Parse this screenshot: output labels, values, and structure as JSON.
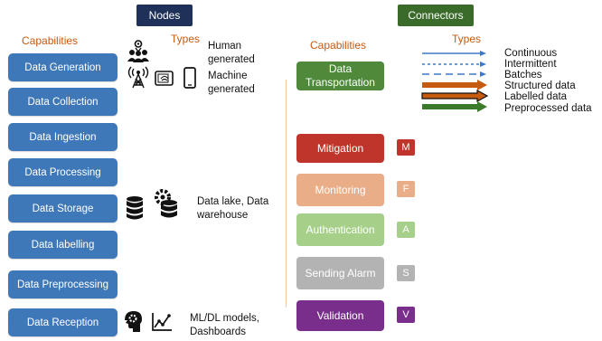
{
  "headers": {
    "nodes": "Nodes",
    "connectors": "Connectors"
  },
  "left_capabilities_label": "Capabilities",
  "nodes_types_label": "Types",
  "middle_capabilities_label": "Capabilities",
  "connector_types_label": "Types",
  "left_capabilities": [
    "Data Generation",
    "Data Collection",
    "Data Ingestion",
    "Data Processing",
    "Data Storage",
    "Data labelling",
    "Data Preprocessing",
    "Data Reception"
  ],
  "node_types": {
    "human": "Human generated",
    "machine": "Machine generated",
    "storage": "Data lake, Data warehouse",
    "models": "ML/DL models, Dashboards"
  },
  "connector_capabilities": [
    {
      "label": "Data Transportation",
      "badge": "",
      "color": "#4e8a3a",
      "badge_color": ""
    },
    {
      "label": "Mitigation",
      "badge": "M",
      "color": "#c0352b",
      "badge_color": "#c0352b"
    },
    {
      "label": "Monitoring",
      "badge": "F",
      "color": "#e9ad88",
      "badge_color": "#e9ad88"
    },
    {
      "label": "Authentication",
      "badge": "A",
      "color": "#a6d08a",
      "badge_color": "#a6d08a"
    },
    {
      "label": "Sending Alarm",
      "badge": "S",
      "color": "#b3b3b3",
      "badge_color": "#b3b3b3"
    },
    {
      "label": "Validation",
      "badge": "V",
      "color": "#7a2e8c",
      "badge_color": "#7a2e8c"
    }
  ],
  "connector_types": [
    {
      "label": "Continuous",
      "color": "#3f78c8",
      "style": "solid-thin"
    },
    {
      "label": "Intermittent",
      "color": "#3f78c8",
      "style": "dashed"
    },
    {
      "label": "Batches",
      "color": "#3f78c8",
      "style": "long-dashed"
    },
    {
      "label": "Structured data",
      "color": "#c55a11",
      "style": "thick"
    },
    {
      "label": "Labelled data",
      "color": "#c55a11",
      "style": "thick-outlined"
    },
    {
      "label": "Preprocessed data",
      "color": "#3b7a2a",
      "style": "thick"
    }
  ]
}
